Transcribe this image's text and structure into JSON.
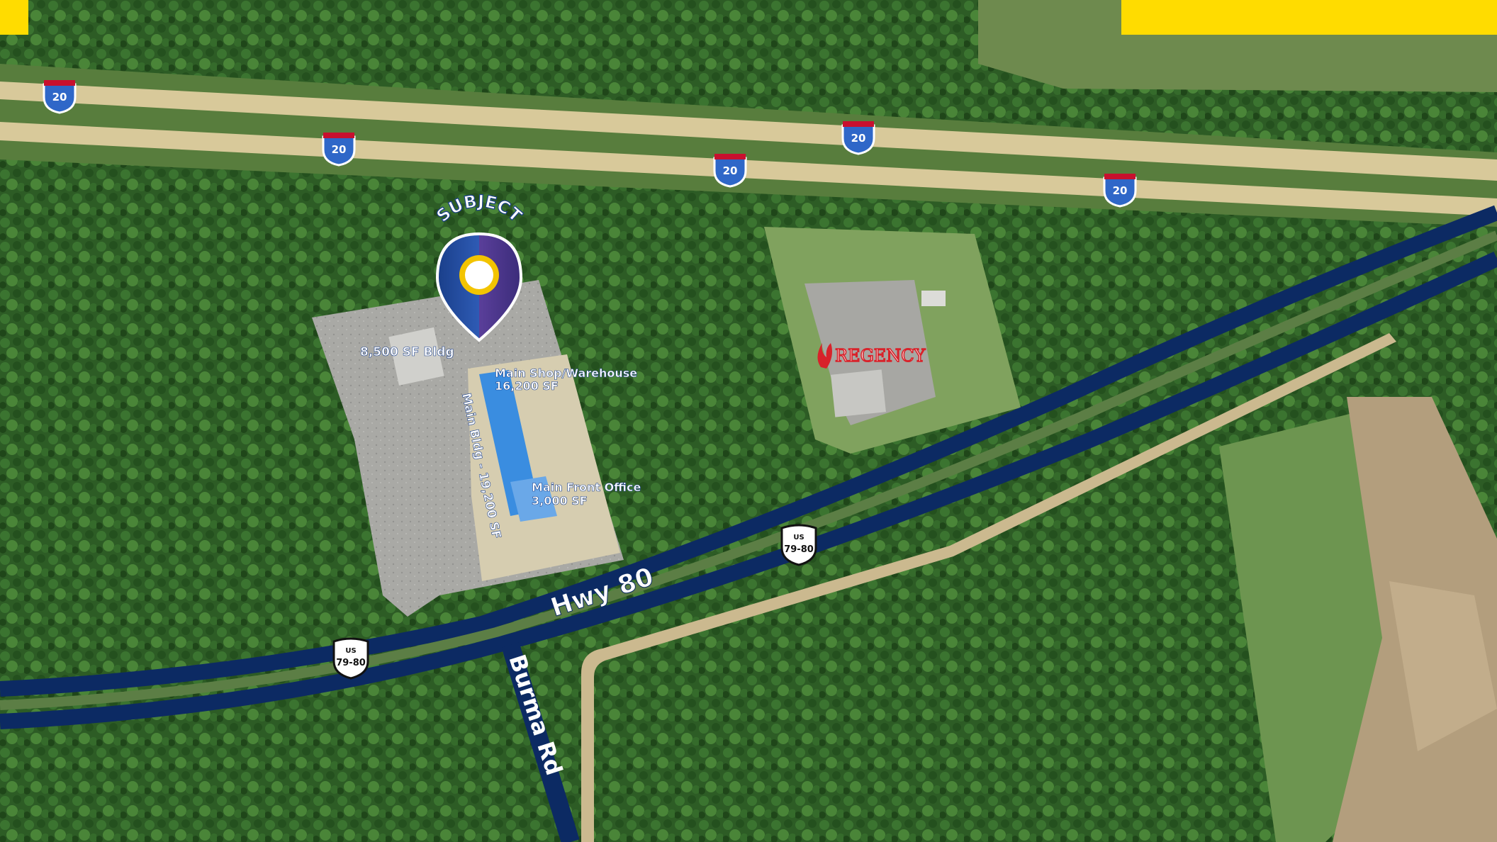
{
  "map": {
    "subject_marker": {
      "label": "SUBJECT"
    },
    "building_labels": [
      {
        "text": "8,500 SF Bldg"
      },
      {
        "text": "Main Shop/Warehouse"
      },
      {
        "text": "16,200 SF"
      },
      {
        "text": "Main Bldg - 19,200 SF"
      },
      {
        "text": "Main Front Office"
      },
      {
        "text": "3,000 SF"
      }
    ],
    "neighbor_logo": {
      "text": "REGENCY",
      "color": "#d8222a"
    },
    "road_labels": {
      "hwy_80": "Hwy 80",
      "burma_rd": "Burma Rd"
    },
    "shields": {
      "interstate": "20",
      "us_top": "US",
      "us_route": "79-80"
    },
    "colors": {
      "accent_yellow": "#ffdc00",
      "road_navy": "#0c2a63",
      "interstate_shield": "#2f67c8",
      "forest": "#2b5a24",
      "pavement": "#a7a7a3"
    }
  }
}
